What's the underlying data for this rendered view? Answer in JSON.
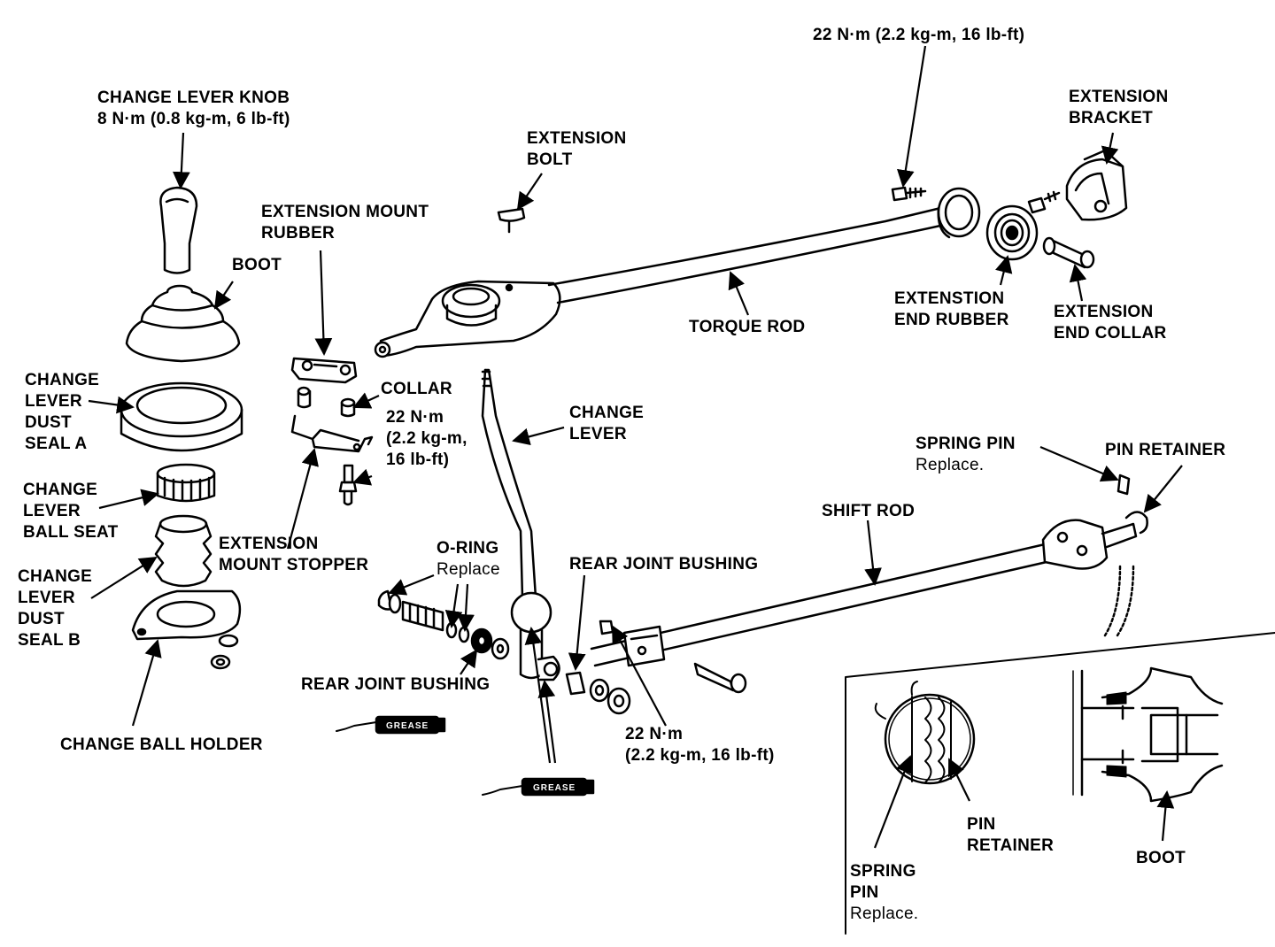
{
  "labels": {
    "change_lever_knob": {
      "name": "CHANGE LEVER KNOB",
      "torque": "8 N·m (0.8 kg-m, 6 lb-ft)"
    },
    "boot": "BOOT",
    "dust_seal_a": [
      "CHANGE",
      "LEVER",
      "DUST",
      "SEAL A"
    ],
    "ball_seat": [
      "CHANGE",
      "LEVER",
      "BALL SEAT"
    ],
    "dust_seal_b": [
      "CHANGE",
      "LEVER",
      "DUST",
      "SEAL B"
    ],
    "change_ball_holder": "CHANGE BALL HOLDER",
    "extension_mount_rubber": [
      "EXTENSION MOUNT",
      "RUBBER"
    ],
    "collar": "COLLAR",
    "mount_torque": [
      "22 N·m",
      "(2.2 kg-m,",
      "16 lb-ft)"
    ],
    "extension_mount_stopper": [
      "EXTENSION",
      "MOUNT STOPPER"
    ],
    "extension_bolt": [
      "EXTENSION",
      "BOLT"
    ],
    "top_torque": "22 N·m (2.2 kg-m, 16 lb-ft)",
    "extension_bracket": [
      "EXTENSION",
      "BRACKET"
    ],
    "extension_end_rubber": [
      "EXTENSTION",
      "END RUBBER"
    ],
    "extension_end_collar": [
      "EXTENSION",
      "END COLLAR"
    ],
    "torque_rod": "TORQUE ROD",
    "change_lever": [
      "CHANGE",
      "LEVER"
    ],
    "spring_pin_top": {
      "name": "SPRING PIN",
      "note": "Replace."
    },
    "pin_retainer_top": "PIN RETAINER",
    "shift_rod": "SHIFT ROD",
    "o_ring": {
      "name": "O-RING",
      "note": "Replace"
    },
    "rear_joint_bushing_top": "REAR JOINT BUSHING",
    "rear_joint_bushing_bottom": "REAR JOINT BUSHING",
    "bottom_torque": [
      "22 N·m",
      "(2.2 kg-m, 16 lb-ft)"
    ],
    "inset_pin_retainer": [
      "PIN",
      "RETAINER"
    ],
    "inset_spring_pin": {
      "name": [
        "SPRING",
        "PIN"
      ],
      "note": "Replace."
    },
    "inset_boot": "BOOT",
    "grease": "GREASE"
  }
}
